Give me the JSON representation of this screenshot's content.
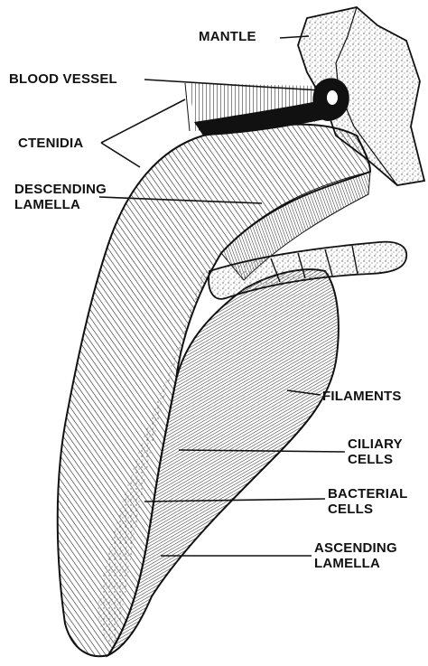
{
  "labels": {
    "mantle": "MANTLE",
    "blood_vessel": "BLOOD VESSEL",
    "ctenidia": "CTENIDIA",
    "descending_lamella": [
      "DESCENDING",
      "LAMELLA"
    ],
    "filaments": "FILAMENTS",
    "ciliary_cells": [
      "CILIARY",
      "CELLS"
    ],
    "bacterial_cells": [
      "BACTERIAL",
      "CELLS"
    ],
    "ascending_lamella": [
      "ASCENDING",
      "LAMELLA"
    ]
  },
  "colors": {
    "ink": "#111111",
    "paper": "#ffffff",
    "stipple": "#6f6f6f"
  }
}
